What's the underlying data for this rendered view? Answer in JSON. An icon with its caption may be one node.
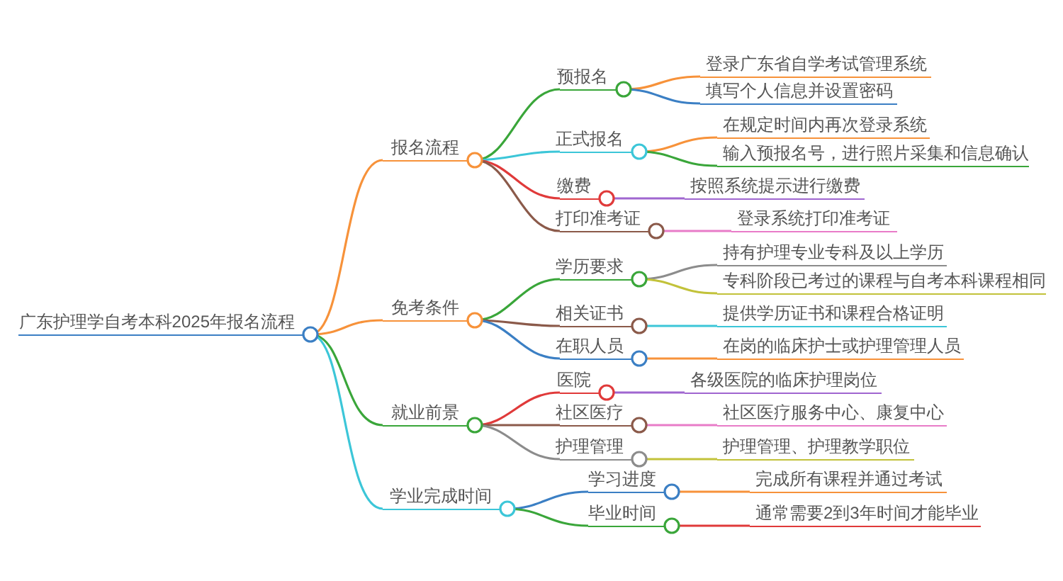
{
  "diagram": {
    "nodes": [
      {
        "text": [
          "广东护理学自考本科2025年报名流程"
        ]
      },
      {
        "text": [
          "报名流程"
        ]
      },
      {
        "text": [
          "预报名"
        ]
      },
      {
        "text": [
          "登录广东省自学考试管理系统"
        ]
      },
      {
        "text": [
          "填写个人信息并设置密码"
        ]
      },
      {
        "text": [
          "正式报名"
        ]
      },
      {
        "text": [
          "在规定时间内再次登录系统"
        ]
      },
      {
        "text": [
          "输入预报名号，进行照片采集和信息确认"
        ]
      },
      {
        "text": [
          "缴费"
        ]
      },
      {
        "text": [
          "按照系统提示进行缴费"
        ]
      },
      {
        "text": [
          "打印准考证"
        ]
      },
      {
        "text": [
          "登录系统打印准考证"
        ]
      },
      {
        "text": [
          "免考条件"
        ]
      },
      {
        "text": [
          "学历要求"
        ]
      },
      {
        "text": [
          "持有护理专业专科及以上学历"
        ]
      },
      {
        "text": [
          "专科阶段已考过的课程与自考本科课程相同"
        ]
      },
      {
        "text": [
          "相关证书"
        ]
      },
      {
        "text": [
          "提供学历证书和课程合格证明"
        ]
      },
      {
        "text": [
          "在职人员"
        ]
      },
      {
        "text": [
          "在岗的临床护士或护理管理人员"
        ]
      },
      {
        "text": [
          "就业前景"
        ]
      },
      {
        "text": [
          "医院"
        ]
      },
      {
        "text": [
          "各级医院的临床护理岗位"
        ]
      },
      {
        "text": [
          "社区医疗"
        ]
      },
      {
        "text": [
          "社区医疗服务中心、康复中心"
        ]
      },
      {
        "text": [
          "护理管理"
        ]
      },
      {
        "text": [
          "护理管理、护理教学职位"
        ]
      },
      {
        "text": [
          "学业完成时间"
        ]
      },
      {
        "text": [
          "学习进度"
        ]
      },
      {
        "text": [
          "完成所有课程并通过考试"
        ]
      },
      {
        "text": [
          "毕业时间"
        ]
      },
      {
        "text": [
          "通常需要2到3年时间才能毕业"
        ]
      }
    ],
    "edges": [
      {
        "from": 0,
        "to": 1,
        "arrow": "none",
        "color": "#f7923a"
      },
      {
        "from": 0,
        "to": 12,
        "arrow": "none",
        "color": "#f7923a"
      },
      {
        "from": 0,
        "to": 20,
        "arrow": "none",
        "color": "#3aa63a"
      },
      {
        "from": 0,
        "to": 27,
        "arrow": "none",
        "color": "#3cc6d8"
      },
      {
        "from": 1,
        "to": 2,
        "arrow": "none",
        "color": "#3aa63a"
      },
      {
        "from": 1,
        "to": 5,
        "arrow": "none",
        "color": "#3cc6d8"
      },
      {
        "from": 1,
        "to": 8,
        "arrow": "none",
        "color": "#e03a3a"
      },
      {
        "from": 1,
        "to": 10,
        "arrow": "none",
        "color": "#8b5a4a"
      },
      {
        "from": 2,
        "to": 3,
        "arrow": "none",
        "color": "#f7923a"
      },
      {
        "from": 2,
        "to": 4,
        "arrow": "none",
        "color": "#3b7fc4"
      },
      {
        "from": 5,
        "to": 6,
        "arrow": "none",
        "color": "#f7923a"
      },
      {
        "from": 5,
        "to": 7,
        "arrow": "none",
        "color": "#3aa63a"
      },
      {
        "from": 8,
        "to": 9,
        "arrow": "none",
        "color": "#a066d0"
      },
      {
        "from": 10,
        "to": 11,
        "arrow": "none",
        "color": "#e87cc8"
      },
      {
        "from": 12,
        "to": 13,
        "arrow": "none",
        "color": "#3aa63a"
      },
      {
        "from": 12,
        "to": 16,
        "arrow": "none",
        "color": "#8b5a4a"
      },
      {
        "from": 12,
        "to": 18,
        "arrow": "none",
        "color": "#3b7fc4"
      },
      {
        "from": 13,
        "to": 14,
        "arrow": "none",
        "color": "#8c8c8c"
      },
      {
        "from": 13,
        "to": 15,
        "arrow": "none",
        "color": "#c2c23a"
      },
      {
        "from": 16,
        "to": 17,
        "arrow": "none",
        "color": "#3cc6d8"
      },
      {
        "from": 18,
        "to": 19,
        "arrow": "none",
        "color": "#f7923a"
      },
      {
        "from": 20,
        "to": 21,
        "arrow": "none",
        "color": "#e03a3a"
      },
      {
        "from": 20,
        "to": 23,
        "arrow": "none",
        "color": "#8b5a4a"
      },
      {
        "from": 20,
        "to": 25,
        "arrow": "none",
        "color": "#8c8c8c"
      },
      {
        "from": 21,
        "to": 22,
        "arrow": "none",
        "color": "#a066d0"
      },
      {
        "from": 23,
        "to": 24,
        "arrow": "none",
        "color": "#e87cc8"
      },
      {
        "from": 25,
        "to": 26,
        "arrow": "none",
        "color": "#c2c23a"
      },
      {
        "from": 27,
        "to": 28,
        "arrow": "none",
        "color": "#3b7fc4"
      },
      {
        "from": 27,
        "to": 30,
        "arrow": "none",
        "color": "#3aa63a"
      },
      {
        "from": 28,
        "to": 29,
        "arrow": "none",
        "color": "#f7923a"
      },
      {
        "from": 30,
        "to": 31,
        "arrow": "none",
        "color": "#e03a3a"
      }
    ]
  }
}
